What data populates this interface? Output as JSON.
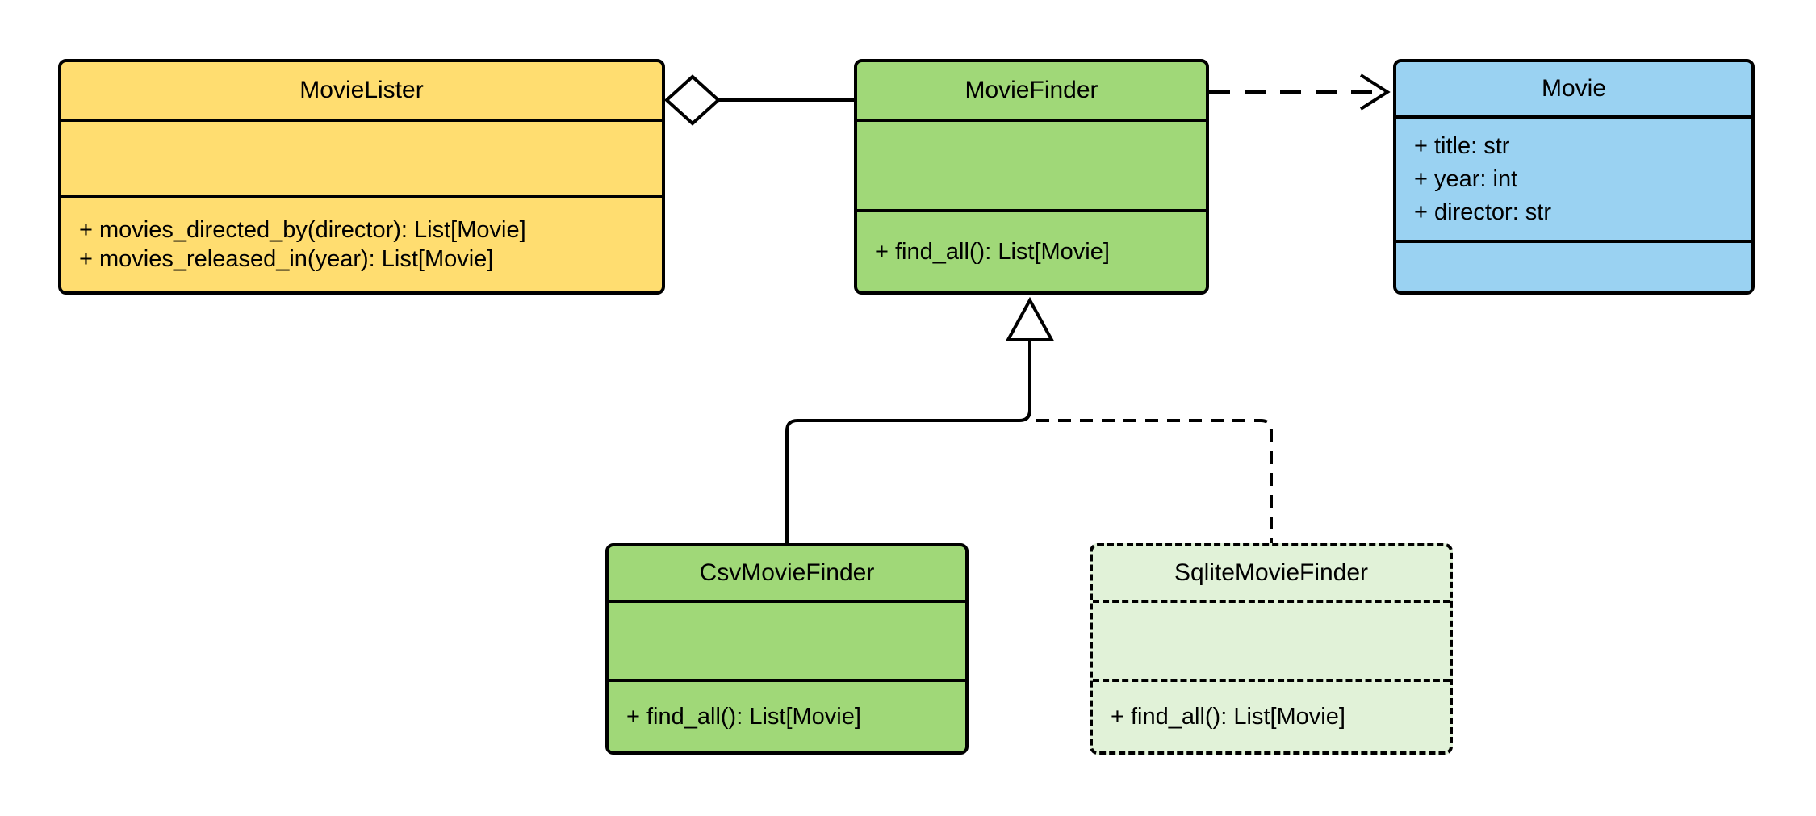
{
  "diagram": {
    "type": "uml-class-diagram",
    "background": "#ffffff",
    "stroke_color": "#000000",
    "colors": {
      "yellow": "#FFDD70",
      "green": "#A0D878",
      "blue": "#9AD2F2",
      "pale_green": "#E1F2D8"
    },
    "classes": [
      {
        "name": "MovieLister",
        "fill": "#FFDD70",
        "border_style": "solid",
        "attributes": [],
        "methods": [
          "+ movies_directed_by(director): List[Movie]",
          "+ movies_released_in(year): List[Movie]"
        ]
      },
      {
        "name": "MovieFinder",
        "fill": "#A0D878",
        "border_style": "solid",
        "attributes": [],
        "methods": [
          "+ find_all(): List[Movie]"
        ]
      },
      {
        "name": "Movie",
        "fill": "#9AD2F2",
        "border_style": "solid",
        "attributes": [
          "+ title: str",
          "+ year: int",
          "+ director: str"
        ],
        "methods": []
      },
      {
        "name": "CsvMovieFinder",
        "fill": "#A0D878",
        "border_style": "solid",
        "attributes": [],
        "methods": [
          "+ find_all(): List[Movie]"
        ]
      },
      {
        "name": "SqliteMovieFinder",
        "fill": "#E1F2D8",
        "border_style": "dashed",
        "attributes": [],
        "methods": [
          "+ find_all(): List[Movie]"
        ]
      }
    ],
    "relationships": [
      {
        "type": "aggregation",
        "from": "MovieLister",
        "to": "MovieFinder",
        "line": "solid",
        "marker": "hollow-diamond-at-source"
      },
      {
        "type": "dependency",
        "from": "MovieFinder",
        "to": "Movie",
        "line": "dashed",
        "marker": "open-arrow-at-target"
      },
      {
        "type": "generalization",
        "from": "CsvMovieFinder",
        "to": "MovieFinder",
        "line": "solid",
        "marker": "hollow-triangle-at-target"
      },
      {
        "type": "generalization",
        "from": "SqliteMovieFinder",
        "to": "MovieFinder",
        "line": "dashed",
        "marker": "hollow-triangle-at-target"
      }
    ]
  }
}
